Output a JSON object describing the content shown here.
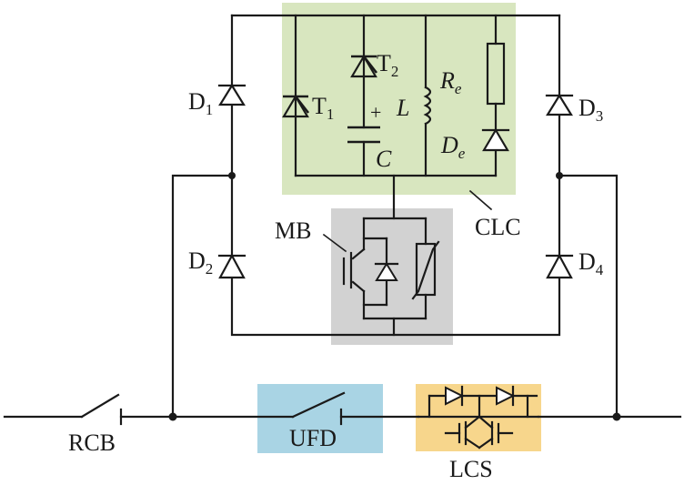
{
  "colors": {
    "clc_fill": "#d8e6bf",
    "mb_fill": "#d2d2d2",
    "ufd_fill": "#a9d4e4",
    "lcs_fill": "#f7d68c",
    "wire": "#1a1a1a"
  },
  "labels": {
    "d1": {
      "main": "D",
      "sub": "1"
    },
    "d2": {
      "main": "D",
      "sub": "2"
    },
    "d3": {
      "main": "D",
      "sub": "3"
    },
    "d4": {
      "main": "D",
      "sub": "4"
    },
    "t1": {
      "main": "T",
      "sub": "1"
    },
    "t2": {
      "main": "T",
      "sub": "2"
    },
    "plus": "+",
    "l": "L",
    "c": "C",
    "re": {
      "main": "R",
      "sub": "e"
    },
    "de": {
      "main": "D",
      "sub": "e"
    },
    "clc": "CLC",
    "mb": "MB",
    "rcb": "RCB",
    "ufd": "UFD",
    "lcs": "LCS"
  }
}
